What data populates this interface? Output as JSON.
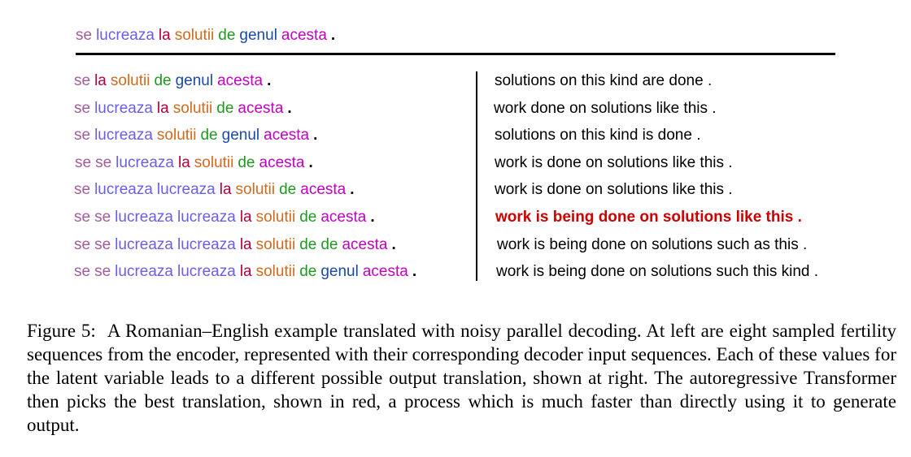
{
  "colors": {
    "se": "#a35c9c",
    "lucreaza": "#6a5ee6",
    "la": "#b0003a",
    "solutii": "#d2691e",
    "de": "#1f9a20",
    "genul": "#1a4aa6",
    "acesta": "#c200c2",
    ".": "#000000"
  },
  "source": [
    "se",
    "lucreaza",
    "la",
    "solutii",
    "de",
    "genul",
    "acesta",
    "."
  ],
  "samples": [
    [
      "se",
      "la",
      "solutii",
      "de",
      "genul",
      "acesta",
      "."
    ],
    [
      "se",
      "lucreaza",
      "la",
      "solutii",
      "de",
      "acesta",
      "."
    ],
    [
      "se",
      "lucreaza",
      "solutii",
      "de",
      "genul",
      "acesta",
      "."
    ],
    [
      "se",
      "se",
      "lucreaza",
      "la",
      "solutii",
      "de",
      "acesta",
      "."
    ],
    [
      "se",
      "lucreaza",
      "lucreaza",
      "la",
      "solutii",
      "de",
      "acesta",
      "."
    ],
    [
      "se",
      "se",
      "lucreaza",
      "lucreaza",
      "la",
      "solutii",
      "de",
      "acesta",
      "."
    ],
    [
      "se",
      "se",
      "lucreaza",
      "lucreaza",
      "la",
      "solutii",
      "de",
      "de",
      "acesta",
      "."
    ],
    [
      "se",
      "se",
      "lucreaza",
      "lucreaza",
      "la",
      "solutii",
      "de",
      "genul",
      "acesta",
      "."
    ]
  ],
  "translations": [
    "solutions on this kind are done .",
    "work done on solutions like this .",
    "solutions on this kind is done .",
    "work is done on solutions like this .",
    "work is done on solutions like this .",
    "work is being done on solutions like this .",
    "work is being done on solutions such as this .",
    "work is being done on solutions such this kind ."
  ],
  "best_index": 5,
  "caption": {
    "label": "Figure 5:",
    "text": "A Romanian–English example translated with noisy parallel decoding. At left are eight sampled fertility sequences from the encoder, represented with their corresponding decoder input sequences. Each of these values for the latent variable leads to a different possible output translation, shown at right. The autoregressive Transformer then picks the best translation, shown in red, a process which is much faster than directly using it to generate output."
  }
}
